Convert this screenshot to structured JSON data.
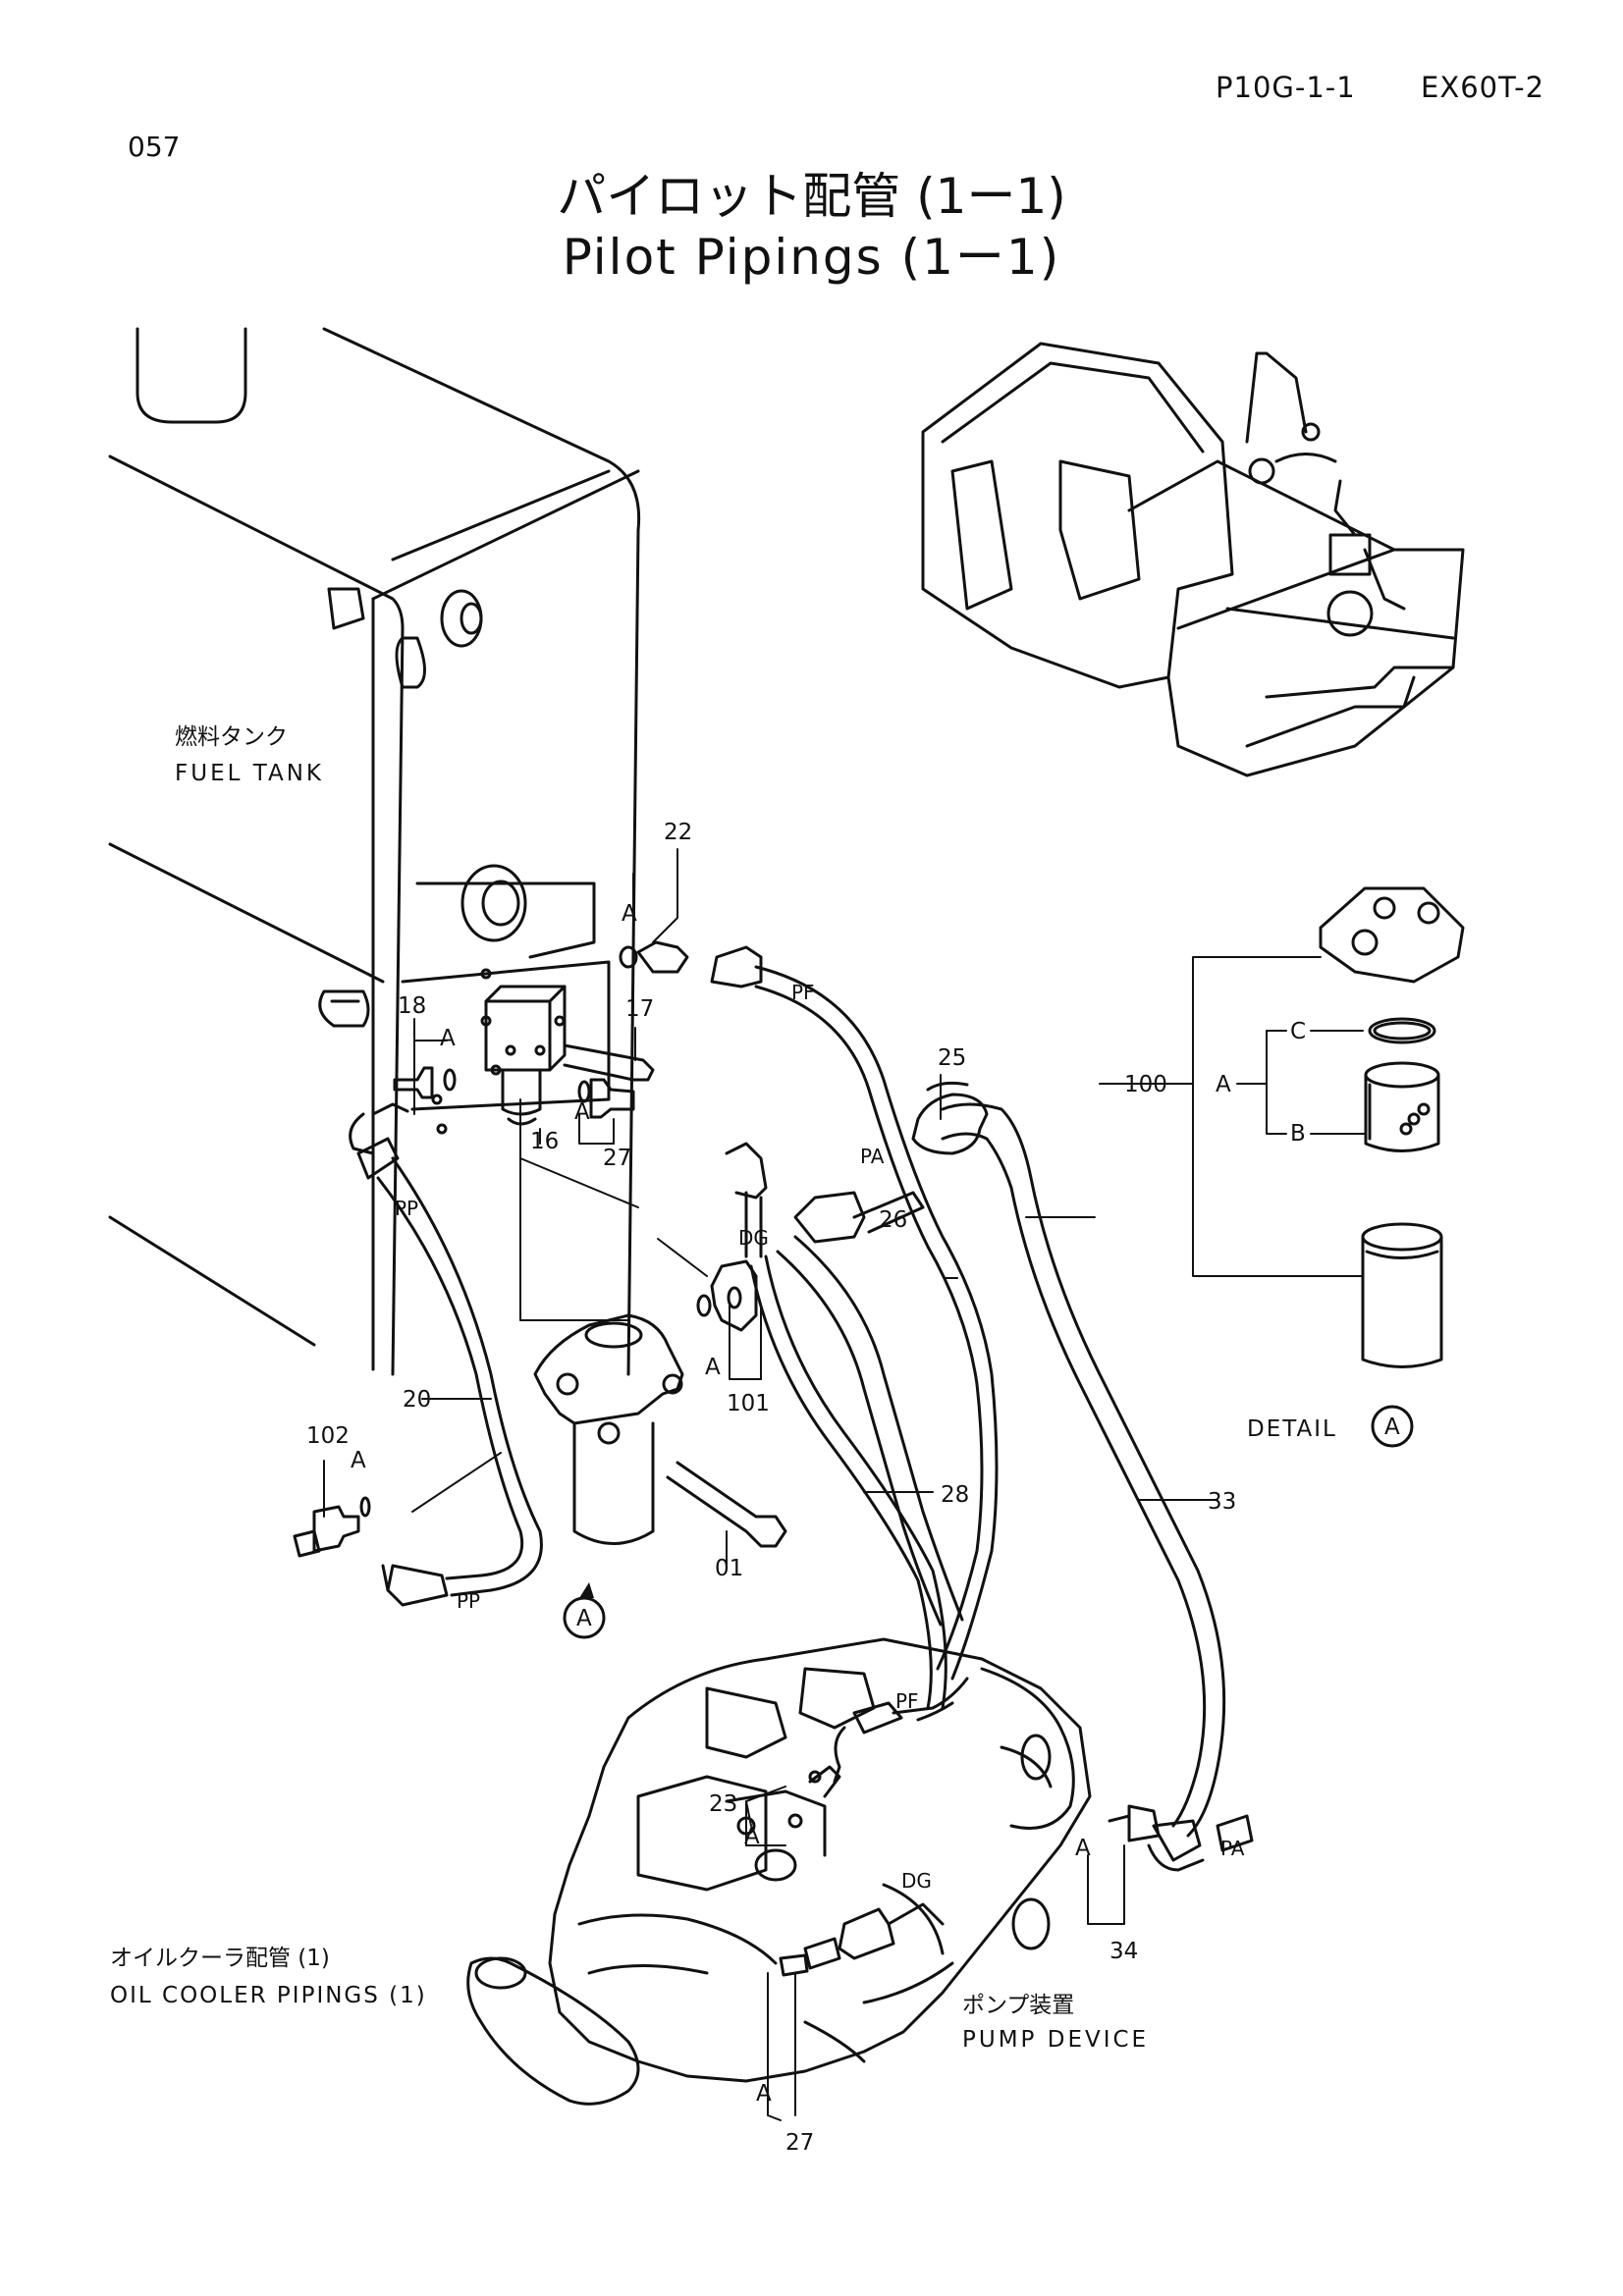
{
  "header": {
    "page_number": "057",
    "sheet_code": "P10G-1-1",
    "model_code": "EX60T-2",
    "title_ja": "パイロット配管 (1ー1)",
    "title_en": "Pilot Pipings (1ー1)"
  },
  "components": {
    "fuel_tank_ja": "燃料タンク",
    "fuel_tank_en": "FUEL TANK",
    "oil_cooler_ja": "オイルクーラ配管 (1)",
    "oil_cooler_en": "OIL COOLER PIPINGS (1)",
    "pump_device_ja": "ポンプ装置",
    "pump_device_en": "PUMP DEVICE",
    "detail_label": "DETAIL",
    "detail_mark": "A"
  },
  "part_callouts": {
    "p22": "22",
    "p18": "18",
    "p17": "17",
    "p16": "16",
    "p27_top": "27",
    "p25": "25",
    "p26": "26",
    "p20": "20",
    "p101": "101",
    "p102": "102",
    "p28": "28",
    "p33": "33",
    "p01": "01",
    "p23": "23",
    "p34": "34",
    "p27_bottom": "27",
    "p100": "100"
  },
  "port_labels": {
    "pf_top": "PF",
    "pf_bottom": "PF",
    "pa_mid": "PA",
    "pa_right": "PA",
    "pp_left": "PP",
    "pp_bottom": "PP",
    "dg_top": "DG",
    "dg_bottom": "DG"
  },
  "ref_letters": {
    "a": "A",
    "b": "B",
    "c": "C",
    "circle_a": "A"
  }
}
